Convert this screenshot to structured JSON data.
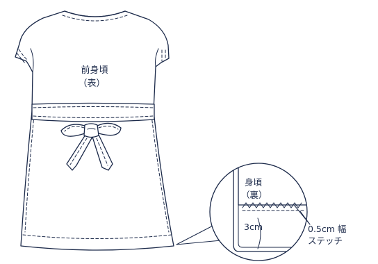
{
  "labels": {
    "front_bodice": "前身頃",
    "front_side": "（表）",
    "bodice": "身頃",
    "reverse_side": "（裏）",
    "hem_width": "3cm",
    "stitch_width": "0.5cm 幅",
    "stitch_word": "ステッチ"
  },
  "colors": {
    "ink": "#1c2a4a",
    "background": "#ffffff"
  }
}
